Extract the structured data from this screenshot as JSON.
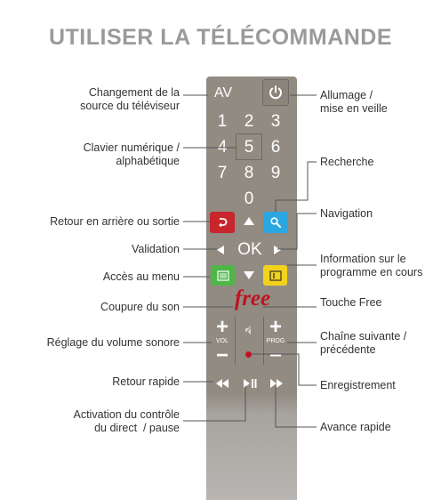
{
  "title": "UTILISER LA TÉLÉCOMMANDE",
  "remote": {
    "av": "AV",
    "digits": [
      "1",
      "2",
      "3",
      "4",
      "5",
      "6",
      "7",
      "8",
      "9",
      "0"
    ],
    "ok": "OK",
    "brand": "free",
    "vol": "VOL",
    "prog": "PROG",
    "plus": "+",
    "minus": "−"
  },
  "labels": {
    "source": "Changement de la\nsource du téléviseur",
    "keypad": "Clavier numérique /\nalphabétique",
    "back": "Retour en arrière ou sortie",
    "validation": "Validation",
    "menu": "Accès au menu",
    "mute": "Coupure du son",
    "volume": "Réglage du volume sonore",
    "rewind": "Retour rapide",
    "live_pause": "Activation du contrôle\ndu direct  / pause",
    "power": "Allumage /\nmise en veille",
    "search": "Recherche",
    "navigation": "Navigation",
    "info": "Information sur le\nprogramme en cours",
    "free_key": "Touche Free",
    "channel": "Chaîne suivante /\nprécédente",
    "record": "Enregistrement",
    "forward": "Avance rapide"
  },
  "colors": {
    "title": "#9a9a9a",
    "remote": "#918b82",
    "back_button": "#c8252c",
    "search_button": "#2aa7e0",
    "menu_button": "#4fb648",
    "info_button": "#f2d21b",
    "brand": "#c1121f",
    "record_dot": "#c1121f"
  }
}
